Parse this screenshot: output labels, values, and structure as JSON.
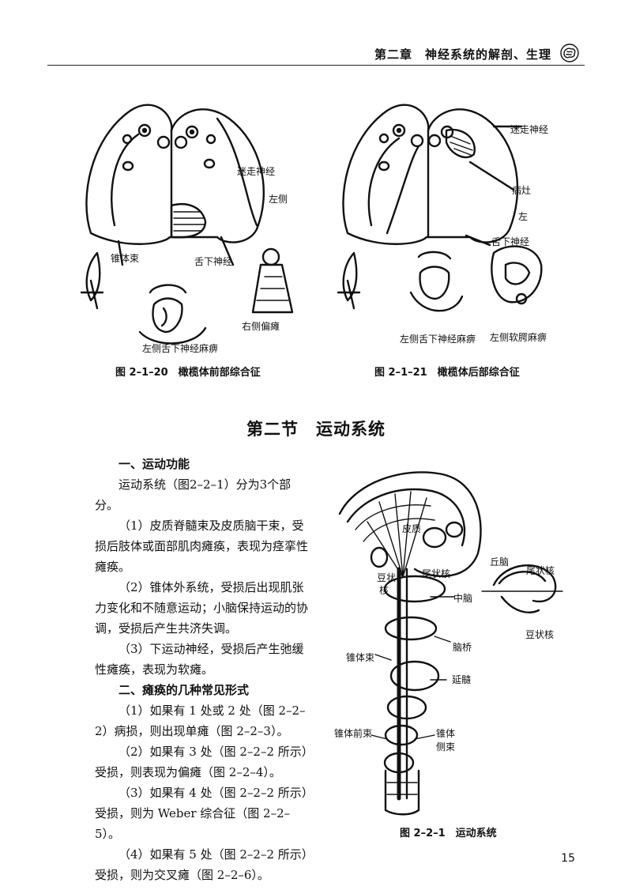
{
  "header": {
    "chapter_title": "第二章　神经系统的解剖、生理",
    "icon": "brain-icon"
  },
  "figures": {
    "fig_2_1_20": {
      "caption": "图 2–1–20　橄榄体前部综合征",
      "labels": {
        "vagus": "迷走神经",
        "left_side": "左侧",
        "pyramidal": "锥体束",
        "hypoglossal": "舌下神经",
        "right_hemiplegia": "右侧偏瘫",
        "left_hypoglossal_palsy": "左侧舌下神经麻痹"
      }
    },
    "fig_2_1_21": {
      "caption": "图 2–1–21　橄榄体后部综合征",
      "labels": {
        "vagus": "迷走神经",
        "lesion": "病灶",
        "left": "左",
        "hypoglossal": "舌下神经",
        "left_hypoglossal_palsy": "左侧舌下神经麻痹",
        "left_soft_palate_palsy": "左侧软腭麻痹"
      }
    },
    "fig_2_2_1": {
      "caption": "图 2–2–1　运动系统",
      "labels": {
        "cortex": "皮质",
        "lentiform": "豆状核",
        "lentiform_2": "豆状",
        "lentiform_3": "核",
        "caudate": "尾状核",
        "thalamus": "丘脑",
        "caudate_2": "尾状核",
        "lentiform_4": "豆状核",
        "midbrain": "中脑",
        "pons": "脑桥",
        "pyramidal": "锥体束",
        "medulla": "延髓",
        "anterior_tract": "锥体前束",
        "lateral_tract_1": "锥体",
        "lateral_tract_2": "侧束"
      }
    }
  },
  "section_title": "第二节　运动系统",
  "body": {
    "h1": "一、运动功能",
    "p1": "运动系统（图2–2–1）分为3个部分。",
    "p2": "（1）皮质脊髓束及皮质脑干束，受损后肢体或面部肌肉瘫痪，表现为痉挛性瘫痪。",
    "p3": "（2）锥体外系统，受损后出现肌张力变化和不随意运动；小脑保持运动的协调，受损后产生共济失调。",
    "p4": "（3）下运动神经，受损后产生弛缓性瘫痪，表现为软瘫。",
    "h2": "二、瘫痪的几种常见形式",
    "p5": "（1）如果有 1 处或 2 处（图 2–2–2）病损，则出现单瘫（图 2–2–3）。",
    "p6": "（2）如果有 3 处（图 2–2–2 所示）受损，则表现为偏瘫（图 2–2–4）。",
    "p7": "（3）如果有 4 处（图 2–2–2 所示）受损，则为 Weber 综合征（图 2–2–5）。",
    "p8": "（4）如果有 5 处（图 2–2–2 所示）受损，则为交叉瘫（图 2–2–6）。"
  },
  "page_number": "15"
}
